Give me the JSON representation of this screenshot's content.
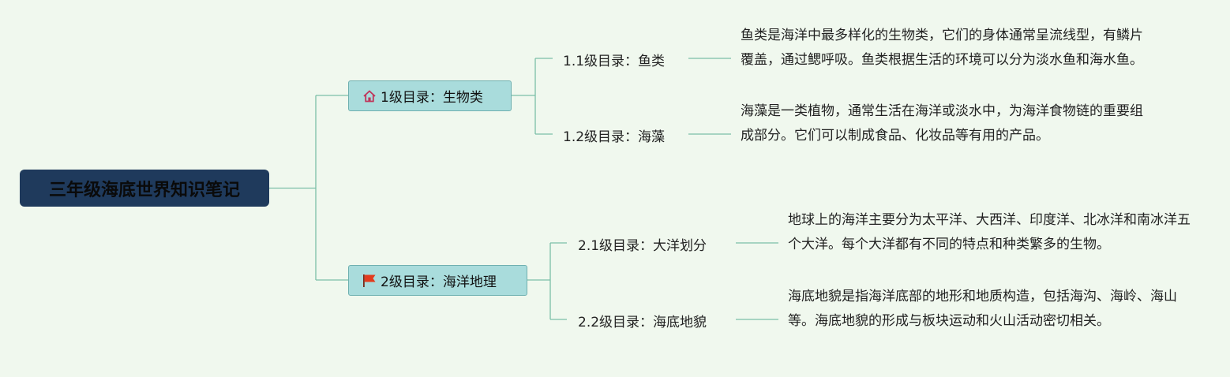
{
  "root": {
    "title": "三年级海底世界知识笔记"
  },
  "branches": [
    {
      "label": "1级目录：生物类",
      "icon": "home-icon",
      "children": [
        {
          "label": "1.1级目录：鱼类",
          "description": "鱼类是海洋中最多样化的生物类，它们的身体通常呈流线型，有鳞片覆盖，通过鳃呼吸。鱼类根据生活的环境可以分为淡水鱼和海水鱼。"
        },
        {
          "label": "1.2级目录：海藻",
          "description": "海藻是一类植物，通常生活在海洋或淡水中，为海洋食物链的重要组成部分。它们可以制成食品、化妆品等有用的产品。"
        }
      ]
    },
    {
      "label": "2级目录：海洋地理",
      "icon": "red-flag-icon",
      "children": [
        {
          "label": "2.1级目录：大洋划分",
          "description": "地球上的海洋主要分为太平洋、大西洋、印度洋、北冰洋和南冰洋五个大洋。每个大洋都有不同的特点和种类繁多的生物。"
        },
        {
          "label": "2.2级目录：海底地貌",
          "description": "海底地貌是指海洋底部的地形和地质构造，包括海沟、海岭、海山等。海底地貌的形成与板块运动和火山活动密切相关。"
        }
      ]
    }
  ],
  "colors": {
    "background": "#f0f8ee",
    "root_fill": "#1f3a5c",
    "branch_fill": "#a9dcdc",
    "connector": "#7bbfa8"
  }
}
